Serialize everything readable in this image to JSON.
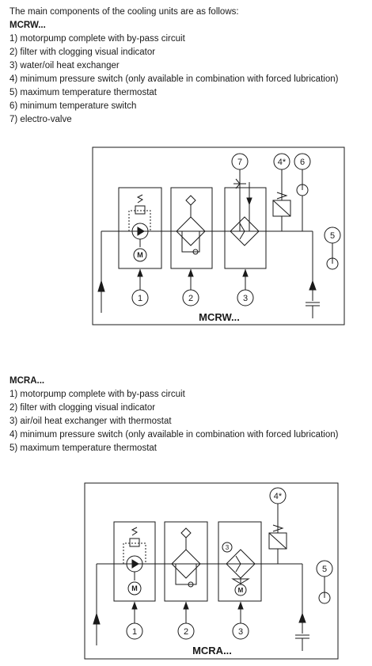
{
  "intro": "The main components of the cooling units are as follows:",
  "mcrw": {
    "title": "MCRW...",
    "items": [
      "1) motorpump complete with by-pass circuit",
      "2) filter with clogging visual indicator",
      "3) water/oil heat exchanger",
      "4) minimum pressure switch (only available in combination with forced lubrication)",
      "5) maximum temperature thermostat",
      "6) minimum temperature switch",
      "7) electro-valve"
    ],
    "diagram_label": "MCRW...",
    "callouts": [
      "1",
      "2",
      "3",
      "4*",
      "5",
      "6",
      "7"
    ]
  },
  "mcra": {
    "title": "MCRA...",
    "items": [
      "1) motorpump complete with by-pass circuit",
      "2) filter with clogging visual indicator",
      "3) air/oil heat exchanger with thermostat",
      "4) minimum pressure switch (only available in combination with forced lubrication)",
      "5) maximum temperature thermostat"
    ],
    "diagram_label": "MCRA...",
    "callouts": [
      "1",
      "2",
      "3",
      "4*",
      "5"
    ],
    "thermostat_symbol": "3"
  },
  "icons": {
    "motor": "M-in-circle",
    "pump": "triangle-in-circle",
    "filter": "diamond",
    "heat_exchanger": "diamond-with-arrows",
    "pressure_switch": "square-with-diagonal",
    "thermostat": "circle-with-stem",
    "tank": "reservoir"
  }
}
